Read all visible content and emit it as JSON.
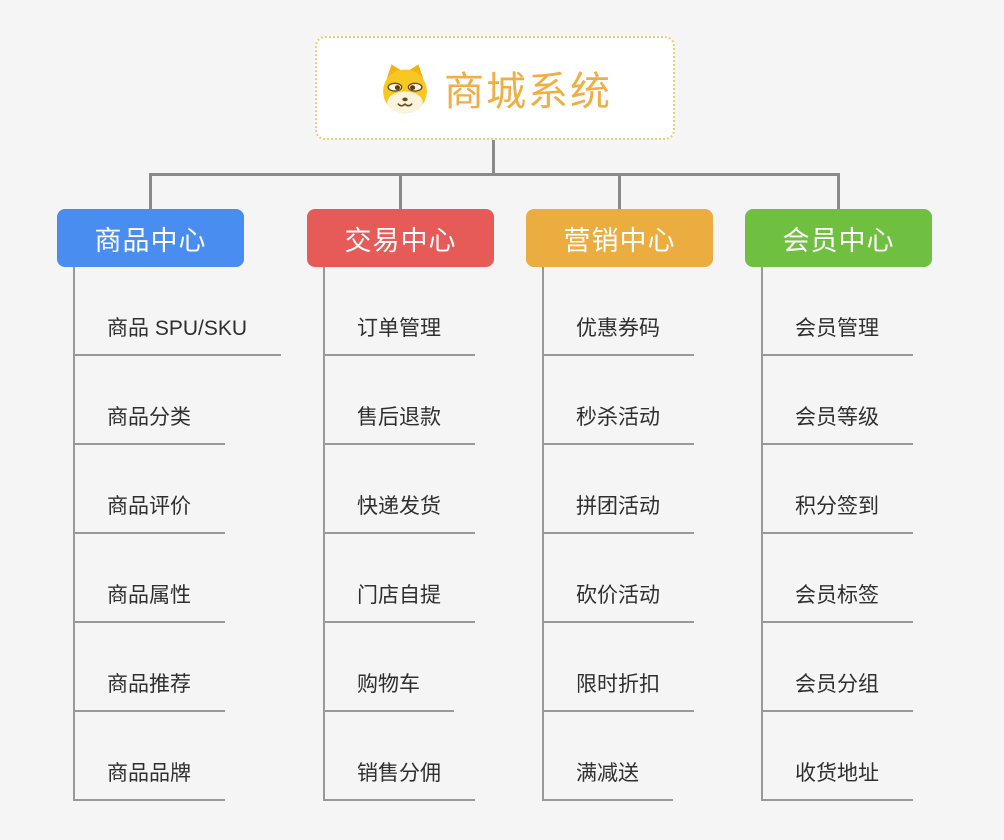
{
  "root": {
    "title": "商城系统",
    "icon": "dog-face-icon",
    "title_color": "#F0AE43",
    "border_color": "#F3C87A"
  },
  "colors": {
    "background": "#F5F5F5",
    "connector": "#8A8A8A",
    "leaf_line": "#999999",
    "leaf_text": "#2F2F2F"
  },
  "branches": [
    {
      "id": "product-center",
      "label": "商品中心",
      "color": "#4A8DF0",
      "items": [
        "商品 SPU/SKU",
        "商品分类",
        "商品评价",
        "商品属性",
        "商品推荐",
        "商品品牌"
      ]
    },
    {
      "id": "trade-center",
      "label": "交易中心",
      "color": "#E65A58",
      "items": [
        "订单管理",
        "售后退款",
        "快递发货",
        "门店自提",
        "购物车",
        "销售分佣"
      ]
    },
    {
      "id": "marketing-center",
      "label": "营销中心",
      "color": "#EBAC40",
      "items": [
        "优惠券码",
        "秒杀活动",
        "拼团活动",
        "砍价活动",
        "限时折扣",
        "满减送"
      ]
    },
    {
      "id": "member-center",
      "label": "会员中心",
      "color": "#6FC040",
      "items": [
        "会员管理",
        "会员等级",
        "积分签到",
        "会员标签",
        "会员分组",
        "收货地址"
      ]
    }
  ]
}
